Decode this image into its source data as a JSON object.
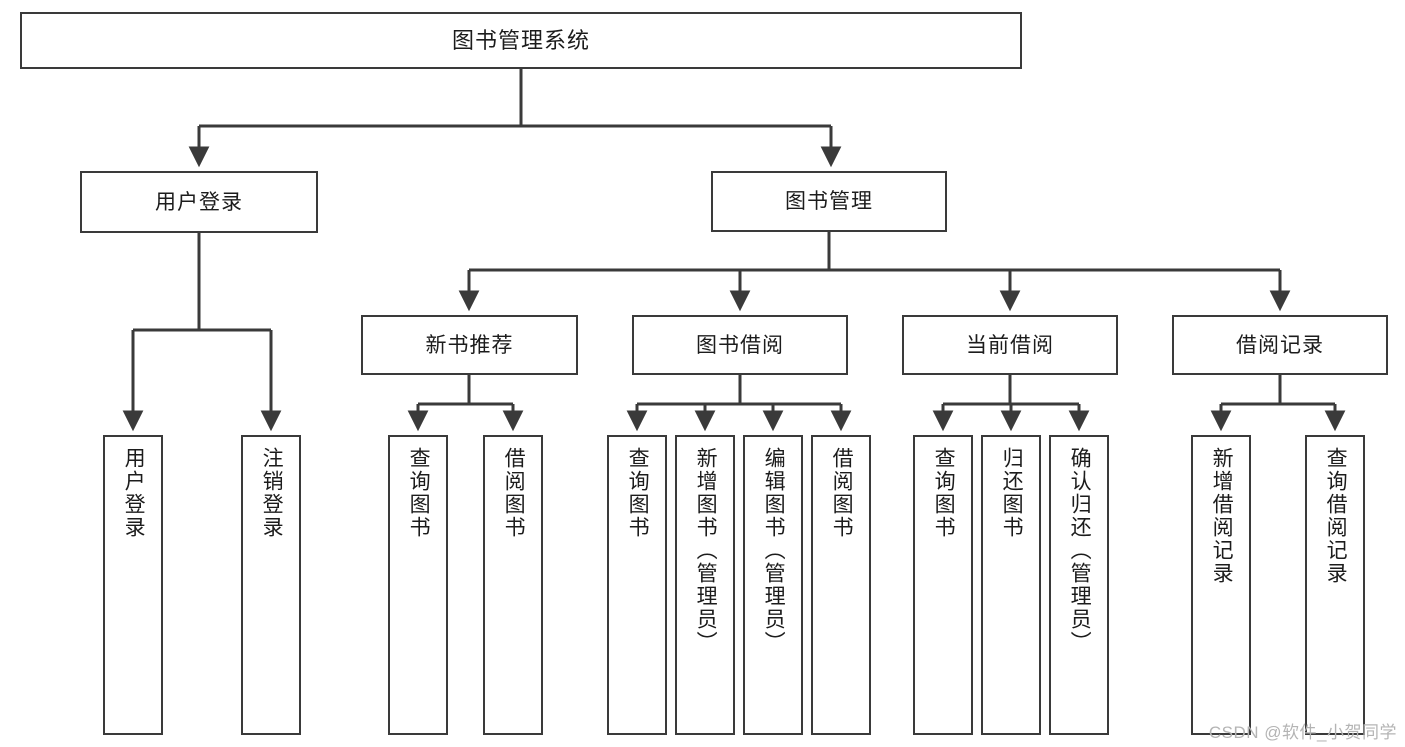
{
  "diagram": {
    "title": "图书管理系统",
    "orientation": "top-down-tree",
    "watermark": "CSDN @软件_小贺同学",
    "colors": {
      "box_border": "#3a3a3a",
      "box_fill": "#ffffff",
      "connector": "#3a3a3a",
      "text": "#1c1c1c",
      "watermark": "#b4b4b4",
      "background": "#ffffff"
    },
    "root": {
      "label": "图书管理系统"
    },
    "level1": [
      {
        "label": "用户登录"
      },
      {
        "label": "图书管理"
      }
    ],
    "level2": [
      {
        "label": "新书推荐"
      },
      {
        "label": "图书借阅"
      },
      {
        "label": "当前借阅"
      },
      {
        "label": "借阅记录"
      }
    ],
    "leaves": {
      "user_login": [
        {
          "label": "用户登录"
        },
        {
          "label": "注销登录"
        }
      ],
      "new_book_recommend": [
        {
          "label": "查询图书"
        },
        {
          "label": "借阅图书"
        }
      ],
      "book_borrow": [
        {
          "label": "查询图书"
        },
        {
          "label": "新增图书（管理员）"
        },
        {
          "label": "编辑图书（管理员）"
        },
        {
          "label": "借阅图书"
        }
      ],
      "current_borrow": [
        {
          "label": "查询图书"
        },
        {
          "label": "归还图书"
        },
        {
          "label": "确认归还（管理员）"
        }
      ],
      "borrow_record": [
        {
          "label": "新增借阅记录"
        },
        {
          "label": "查询借阅记录"
        }
      ]
    }
  }
}
